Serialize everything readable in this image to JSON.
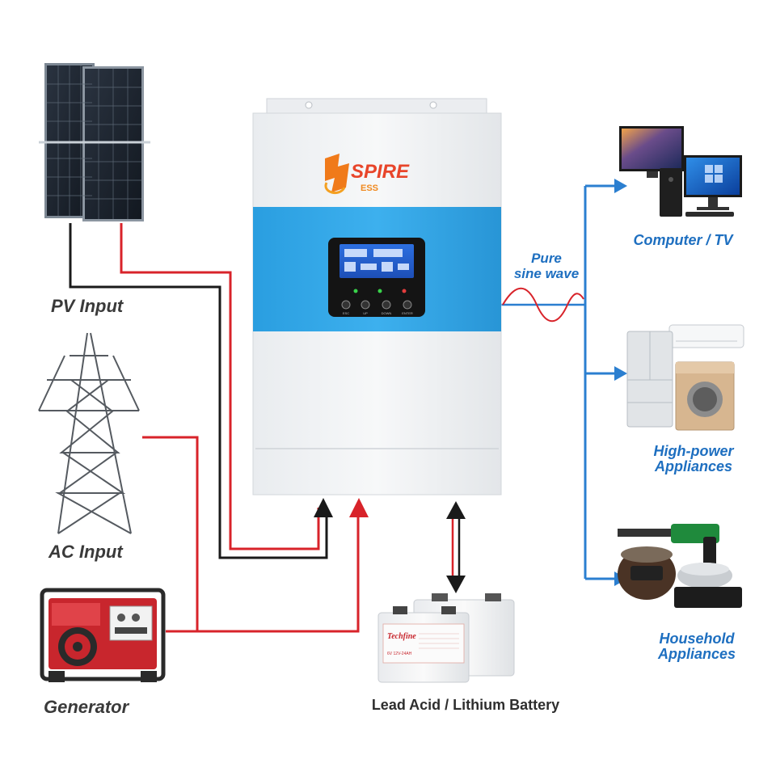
{
  "brand": {
    "name": "SPIRE",
    "sub": "ESS"
  },
  "inputs": {
    "pv": "PV Input",
    "ac": "AC Input",
    "generator": "Generator"
  },
  "battery": {
    "label": "Lead Acid / Lithium Battery",
    "brand": "Techfine",
    "model": "6V 12V-24AH"
  },
  "output": {
    "wave_line1": "Pure",
    "wave_line2": "sine wave",
    "computer_tv": "Computer / TV",
    "high_power_1": "High-power",
    "high_power_2": "Appliances",
    "household_1": "Household",
    "household_2": "Appliances"
  },
  "display_buttons": [
    "ESC",
    "UP",
    "DOWN",
    "ENTER"
  ],
  "colors": {
    "red_wire": "#d8232a",
    "black_wire": "#1a1a1a",
    "blue_wire": "#2b7fd0",
    "panel_blue": "#2ca3e6",
    "label_blue": "#1e6fc0"
  }
}
